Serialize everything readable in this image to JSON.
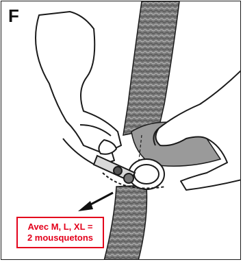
{
  "panel": {
    "letter": "F"
  },
  "callout": {
    "line1": "Avec M, L, XL =",
    "line2": "2 mousquetons",
    "color": "#e3001b"
  },
  "colors": {
    "strap": "#777777",
    "outline": "#1a1a1a",
    "gray_panel": "#9a9a9a",
    "background": "#ffffff"
  },
  "icons": [
    "strap-top",
    "strap-bottom",
    "left-hand",
    "right-hand",
    "carabiner",
    "direction-arrow"
  ]
}
